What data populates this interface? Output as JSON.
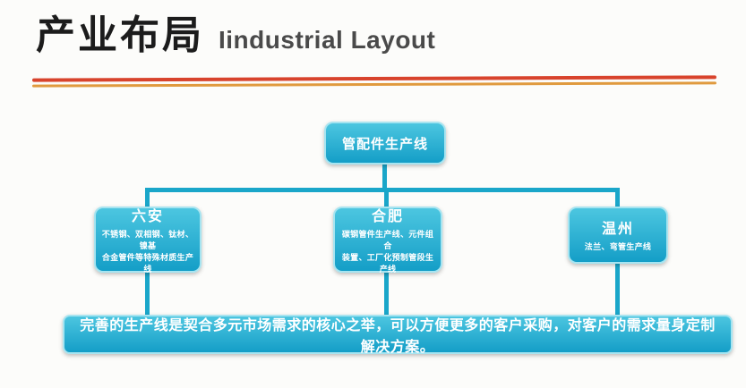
{
  "header": {
    "title_cn": "产业布局",
    "title_en": "Iindustrial Layout"
  },
  "diagram": {
    "root": {
      "title": "管配件生产线"
    },
    "children": [
      {
        "title": "六安",
        "subtitle": "不锈钢、双相钢、钛材、镍基\n合金管件等特殊材质生产线"
      },
      {
        "title": "合肥",
        "subtitle": "碳钢管件生产线、元件组合\n装置、工厂化预制管段生产线"
      },
      {
        "title": "温州",
        "subtitle": "法兰、弯管生产线"
      }
    ],
    "banner": "完善的生产线是契合多元市场需求的核心之举，可以方便更多的客户采购，对客户的需求量身定制解决方案。"
  },
  "colors": {
    "node-fill-top": "#4cc6e0",
    "node-fill-bottom": "#149ec7",
    "node-border": "#a7e4f0",
    "connector": "#1aa6c9",
    "rule-top": "#d8432c",
    "rule-bottom": "#e09a3e",
    "title": "#1c1c1c",
    "subtitle": "#4a4a4a",
    "background": "#fcfcfa"
  }
}
